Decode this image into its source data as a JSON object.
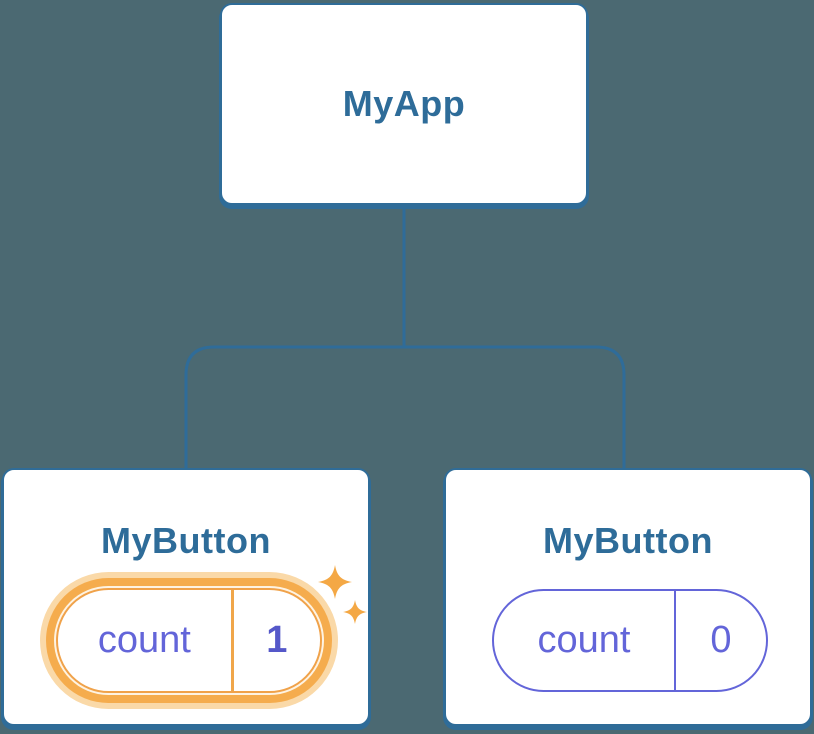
{
  "diagram": {
    "title": "component-state-tree",
    "background_color": "#4B6972",
    "connector_color": "#2F6C99",
    "root": {
      "label": "MyApp"
    },
    "children": [
      {
        "label": "MyButton",
        "state": {
          "key": "count",
          "value": "1"
        },
        "highlighted": true,
        "icons": [
          "sparkle-icon-large",
          "sparkle-icon-small"
        ]
      },
      {
        "label": "MyButton",
        "state": {
          "key": "count",
          "value": "0"
        },
        "highlighted": false
      }
    ],
    "colors": {
      "card_background": "#FFFFFF",
      "card_border": "#2F6C98",
      "node_title_text": "#2E6C99",
      "state_text": "#6365D9",
      "active_value_text": "#5558C9",
      "highlight_border": "#F0A24A",
      "highlight_ring": "#F5AC4D",
      "highlight_glow": "#FAD9A8",
      "sparkle": "#F4A845"
    }
  }
}
